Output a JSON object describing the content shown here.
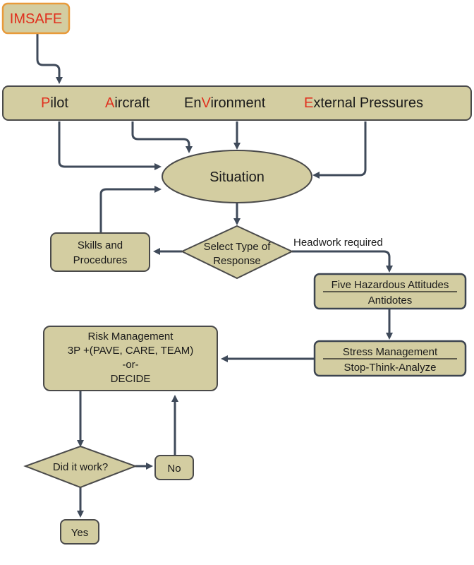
{
  "nodes": {
    "imsafe": "IMSAFE",
    "pave": {
      "pilot": {
        "initial": "P",
        "rest": "ilot"
      },
      "aircraft": {
        "initial": "A",
        "rest": "ircraft"
      },
      "environment": {
        "pre": "En",
        "initial": "V",
        "rest": "ironment"
      },
      "external": {
        "initial": "E",
        "rest": "xternal Pressures"
      }
    },
    "situation": "Situation",
    "select_response": [
      "Select Type of",
      "Response"
    ],
    "skills": [
      "Skills and",
      "Procedures"
    ],
    "headwork_label": "Headwork required",
    "hazardous": {
      "top": "Five Hazardous Attitudes",
      "bottom": "Antidotes"
    },
    "stress": {
      "top": "Stress Management",
      "bottom": "Stop-Think-Analyze"
    },
    "risk": [
      "Risk Management",
      "3P +(PAVE, CARE, TEAM)",
      "-or-",
      "DECIDE"
    ],
    "did_it_work": "Did it work?",
    "no": "No",
    "yes": "Yes"
  },
  "colors": {
    "box_fill": "#d3cda1",
    "accent_red": "#e0301e",
    "imsafe_border": "#e89a3a",
    "arrow": "#3f4a5a"
  }
}
